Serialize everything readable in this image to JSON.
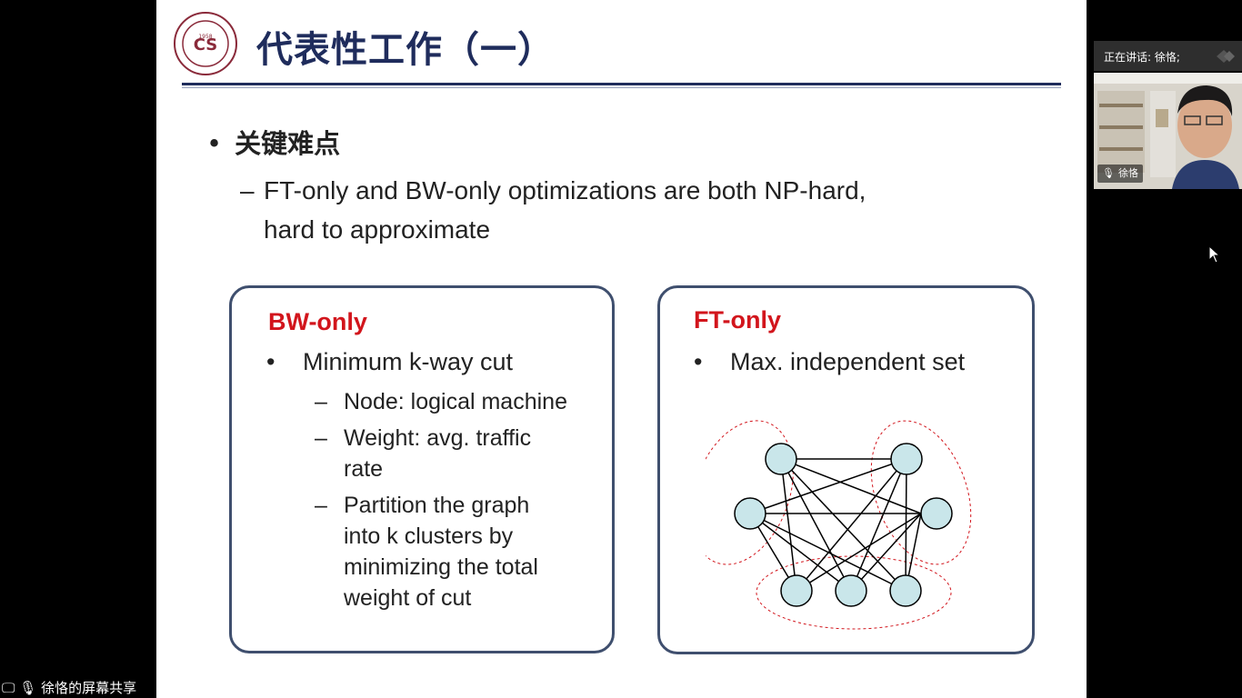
{
  "slide": {
    "title": "代表性工作（一）",
    "bullet_heading": "关键难点",
    "sub_bullet_line1": "FT-only and BW-only optimizations are both NP-hard,",
    "sub_bullet_line2": "hard to approximate",
    "left_box": {
      "title": "BW-only",
      "bullet": "Minimum k-way cut",
      "subs": [
        {
          "lines": [
            "Node: logical machine"
          ]
        },
        {
          "lines": [
            "Weight: avg. traffic",
            "rate"
          ]
        },
        {
          "lines": [
            "Partition the graph",
            "into k clusters by",
            "minimizing the total",
            "weight of cut"
          ]
        }
      ]
    },
    "right_box": {
      "title": "FT-only",
      "bullet": "Max. independent set"
    },
    "colors": {
      "title": "#1f2c5c",
      "accent_red": "#d2151c",
      "node_fill": "#c9e6ea"
    }
  },
  "meeting": {
    "speaking_label": "正在讲话: 徐恪;",
    "participant_name": "徐恪",
    "share_label": "徐恪的屏幕共享"
  }
}
